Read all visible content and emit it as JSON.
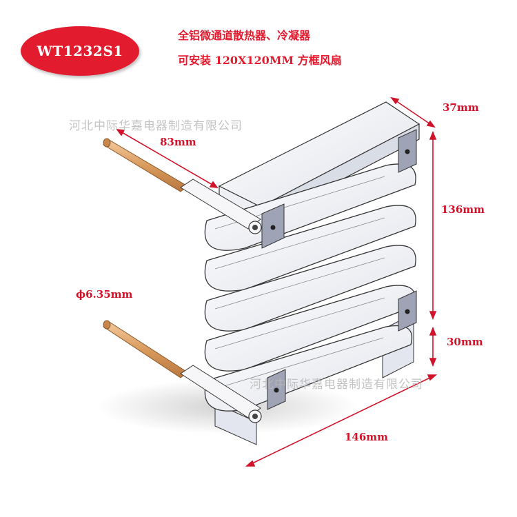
{
  "badge": {
    "model": "WT1232S1"
  },
  "headline": {
    "line1": "全铝微通道散热器、冷凝器",
    "line2": "可安装 120X120MM 方框风扇"
  },
  "watermark": {
    "text": "河北中际华嘉电器制造有限公司"
  },
  "dimensions": {
    "depth": "37mm",
    "pipe_length": "83mm",
    "height": "136mm",
    "pipe_diameter": "ϕ6.35mm",
    "bracket_height": "30mm",
    "width": "146mm"
  },
  "colors": {
    "accent": "#e31b2e",
    "dimension_line": "#d0132a",
    "copper": "#e0a86e",
    "aluminum": "#f2f3f6"
  }
}
